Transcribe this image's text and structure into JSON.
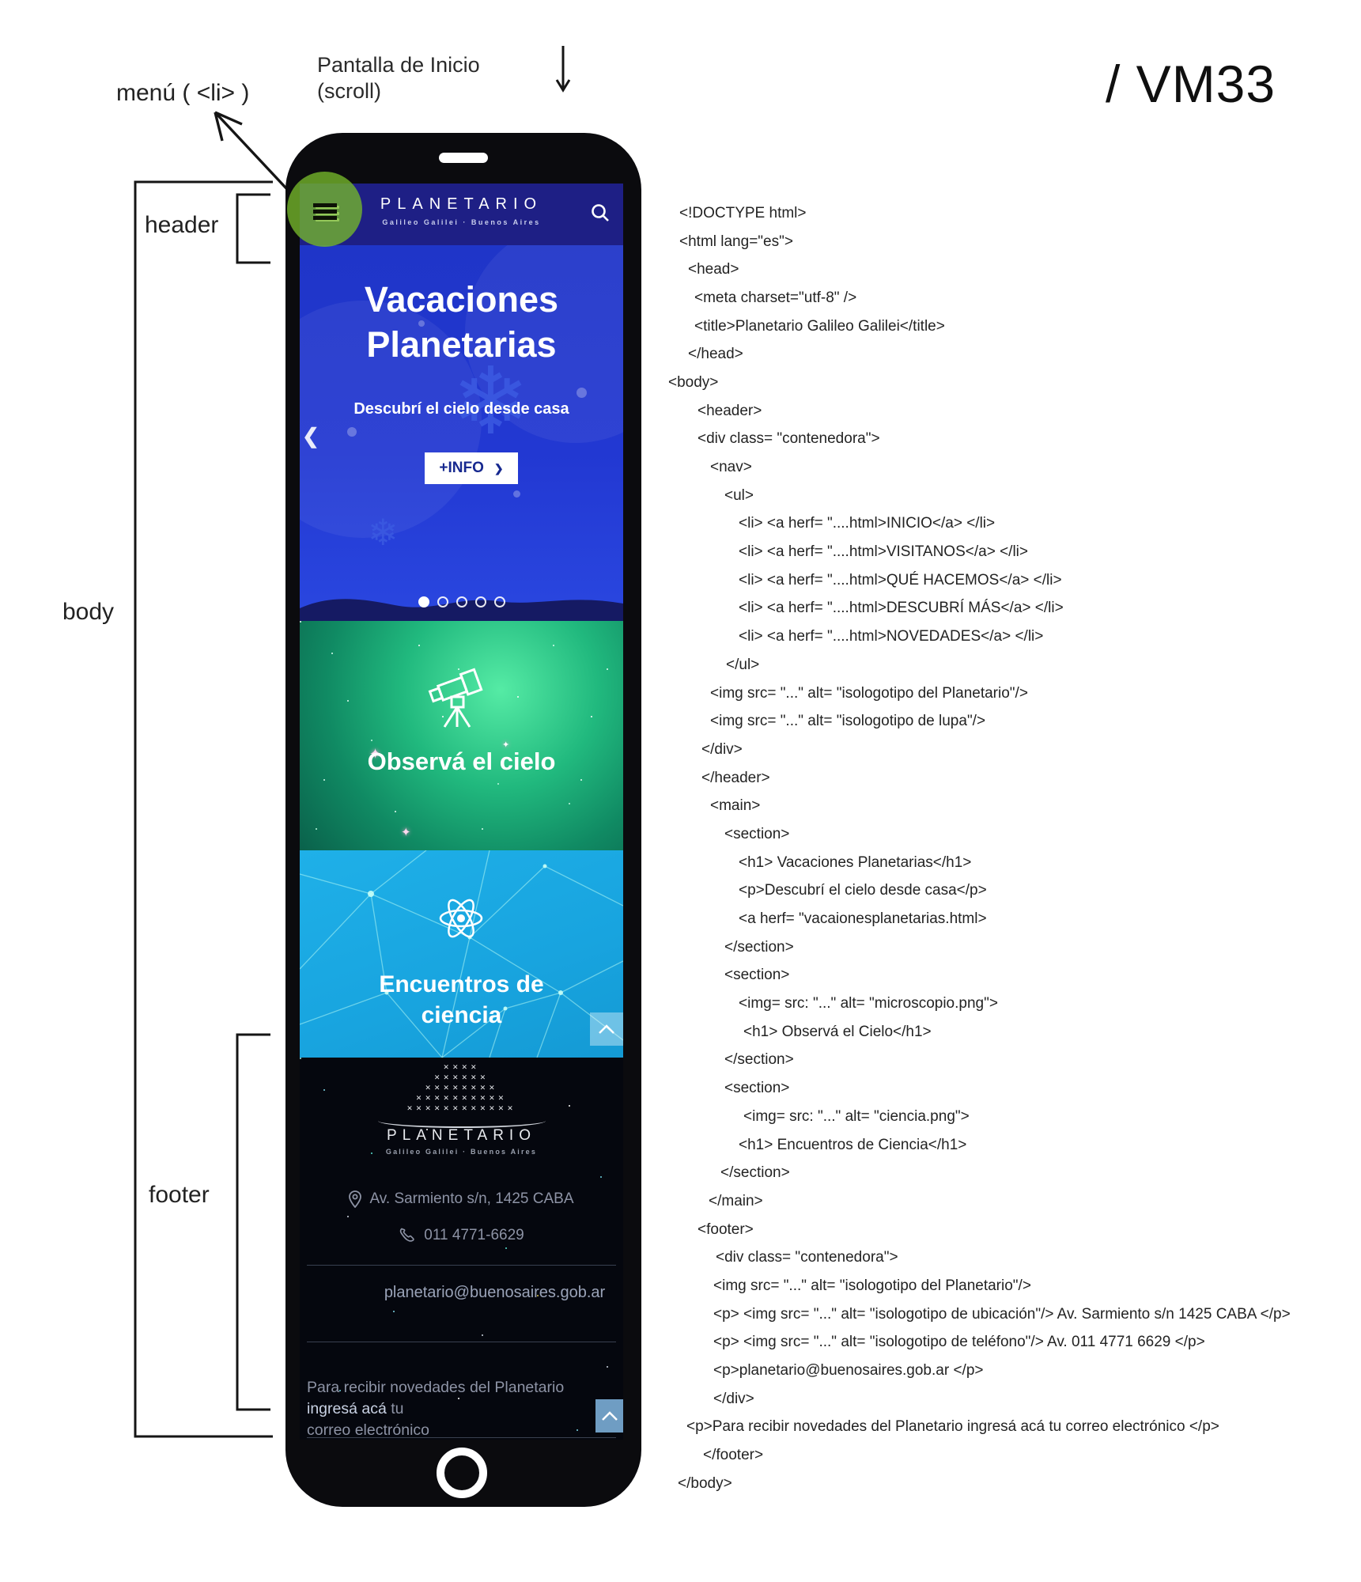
{
  "annotations": {
    "menu_label": "menú ( <li> )",
    "screen_label_line1": "Pantalla de Inicio",
    "screen_label_line2": "(scroll)",
    "version_tag": "/ VM33",
    "header_label": "header",
    "body_label": "body",
    "footer_label": "footer"
  },
  "phone": {
    "appbar": {
      "brand": "PLANETARIO",
      "brand_sub": "Galileo Galilei · Buenos Aires"
    },
    "hero": {
      "title_line1": "Vacaciones",
      "title_line2": "Planetarias",
      "subtitle": "Descubrí el cielo desde casa",
      "cta_label": "+INFO",
      "cta_chevron": "❯",
      "prev_chevron": "❮",
      "snowflake": "❄",
      "glint": "✦",
      "carousel_dots": 5,
      "active_dot": 1
    },
    "section_sky": {
      "title": "Observá el cielo"
    },
    "section_science": {
      "title_line1": "Encuentros de",
      "title_line2": "ciencia"
    },
    "footer": {
      "brand": "PLANETARIO",
      "brand_sub": "Galileo Galilei · Buenos Aires",
      "address": "Av. Sarmiento s/n, 1425 CABA",
      "phone": "011 4771-6629",
      "email": "planetario@buenosaires.gob.ar",
      "newsletter_pre": "Para recibir novedades del Planetario ",
      "newsletter_link": "ingresá acá",
      "newsletter_post": " tu",
      "newsletter_line2": "correo electrónico"
    }
  },
  "code": {
    "lines": [
      {
        "indent": 14,
        "text": "<!DOCTYPE html>"
      },
      {
        "indent": 14,
        "text": "<html lang=\"es\">"
      },
      {
        "indent": 25,
        "text": "<head>"
      },
      {
        "indent": 33,
        "text": "<meta charset=\"utf-8\" />"
      },
      {
        "indent": 33,
        "text": "<title>Planetario Galileo Galilei</title>"
      },
      {
        "indent": 25,
        "text": "</head>"
      },
      {
        "indent": 0,
        "text": "<body>"
      },
      {
        "indent": 37,
        "text": "<header>"
      },
      {
        "indent": 37,
        "text": "<div class= \"contenedora\">"
      },
      {
        "indent": 53,
        "text": "<nav>"
      },
      {
        "indent": 71,
        "text": "<ul>"
      },
      {
        "indent": 89,
        "text": "<li> <a herf= \"....html>INICIO</a> </li>"
      },
      {
        "indent": 89,
        "text": "<li> <a herf= \"....html>VISITANOS</a> </li>"
      },
      {
        "indent": 89,
        "text": "<li> <a herf= \"....html>QUÉ HACEMOS</a> </li>"
      },
      {
        "indent": 89,
        "text": "<li> <a herf= \"....html>DESCUBRÍ MÁS</a> </li>"
      },
      {
        "indent": 89,
        "text": "<li> <a herf= \"....html>NOVEDADES</a> </li>"
      },
      {
        "indent": 73,
        "text": "</ul>"
      },
      {
        "indent": 53,
        "text": "<img src= \"...\" alt= \"isologotipo del Planetario\"/>"
      },
      {
        "indent": 53,
        "text": "<img src= \"...\" alt= \"isologotipo de lupa\"/>"
      },
      {
        "indent": 42,
        "text": "</div>"
      },
      {
        "indent": 42,
        "text": "</header>"
      },
      {
        "indent": 53,
        "text": "<main>"
      },
      {
        "indent": 71,
        "text": "<section>"
      },
      {
        "indent": 89,
        "text": "<h1> Vacaciones Planetarias</h1>"
      },
      {
        "indent": 89,
        "text": "<p>Descubrí el cielo desde casa</p>"
      },
      {
        "indent": 89,
        "text": "<a herf= \"vacaionesplanetarias.html>"
      },
      {
        "indent": 71,
        "text": "</section>"
      },
      {
        "indent": 71,
        "text": "<section>"
      },
      {
        "indent": 89,
        "text": "<img= src: \"...\" alt= \"microscopio.png\">"
      },
      {
        "indent": 95,
        "text": "<h1> Observá el Cielo</h1>"
      },
      {
        "indent": 71,
        "text": "</section>"
      },
      {
        "indent": 71,
        "text": "<section>"
      },
      {
        "indent": 95,
        "text": "<img= src: \"...\" alt= \"ciencia.png\">"
      },
      {
        "indent": 89,
        "text": "<h1> Encuentros de Ciencia</h1>"
      },
      {
        "indent": 66,
        "text": "</section>"
      },
      {
        "indent": 51,
        "text": "</main>"
      },
      {
        "indent": 37,
        "text": "<footer>"
      },
      {
        "indent": 60,
        "text": "<div class= \"contenedora\">"
      },
      {
        "indent": 57,
        "text": "<img src= \"...\" alt= \"isologotipo del Planetario\"/>"
      },
      {
        "indent": 57,
        "text": "<p> <img src= \"...\" alt= \"isologotipo de ubicación\"/> Av. Sarmiento s/n 1425 CABA </p>"
      },
      {
        "indent": 57,
        "text": "<p> <img src= \"...\" alt= \"isologotipo de teléfono\"/> Av. 011 4771 6629 </p>"
      },
      {
        "indent": 57,
        "text": "<p>planetario@buenosaires.gob.ar </p>"
      },
      {
        "indent": 57,
        "text": "</div>"
      },
      {
        "indent": 23,
        "text": "<p>Para recibir novedades del Planetario ingresá acá tu correo electrónico </p>"
      },
      {
        "indent": 44,
        "text": "</footer>"
      },
      {
        "indent": 12,
        "text": "</body>"
      }
    ]
  },
  "colors": {
    "appbar": "#1e1f85",
    "hero": "#2238d2",
    "green": "#108a63",
    "cyan": "#18a4df",
    "footer": "#05070e",
    "anngreen": "rgba(118,184,42,0.78)"
  }
}
